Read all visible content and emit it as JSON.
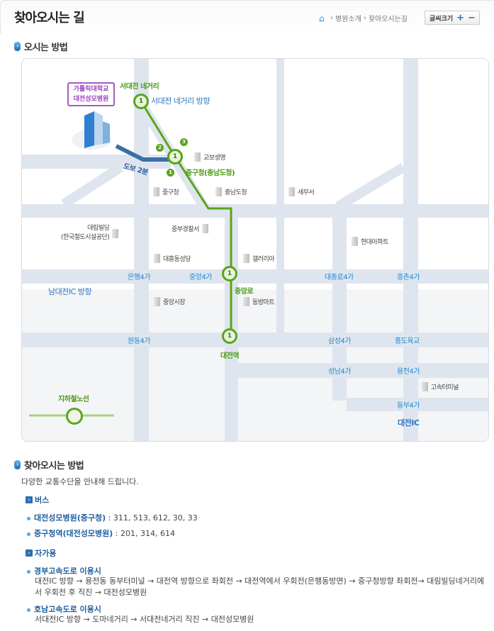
{
  "header": {
    "title": "찾아오시는 길",
    "breadcrumb": [
      "병원소개",
      "찾아오시는길"
    ],
    "font_size_label": "글씨크기",
    "plus": "+",
    "minus": "−"
  },
  "section1": {
    "title": "오시는 방법"
  },
  "map": {
    "hospital": [
      "가톨릭대학교",
      "대전성모병원"
    ],
    "walk": "도보 2분",
    "stations": {
      "seodaejeon": "서대전 네거리",
      "junggu": "중구청(충남도청)",
      "jungangro": "중앙로",
      "daejeon": "대전역"
    },
    "circle_num": "1",
    "exit_nums": [
      "2",
      "3",
      "1"
    ],
    "directions": {
      "seodaejeon_dir": "서대전 네거리 방향",
      "namdaejeon_dir": "남대전IC 방향",
      "daejeon_ic": "대전IC"
    },
    "intersections": [
      "은행4가",
      "중앙4가",
      "대종로4가",
      "중촌4가",
      "원동4가",
      "삼성4가",
      "홍도육교",
      "성남4가",
      "용전4가",
      "동부4가"
    ],
    "buildings": [
      "교보생명",
      "중구청",
      "충남도청",
      "세무서",
      "대림빌딩",
      "(한국철도시설공단)",
      "중부경찰서",
      "현대아파트",
      "대흥동성당",
      "갤러리아",
      "중앙시장",
      "동방마트",
      "고속터미널"
    ],
    "legend": "지하철노선"
  },
  "section2": {
    "title": "찾아오시는 방법",
    "intro": "다양한 교통수단을 안내해 드립니다.",
    "bus": {
      "title": "버스",
      "items": [
        {
          "stop": "대전성모병원(중구청)",
          "routes": " : 311, 513, 612, 30, 33"
        },
        {
          "stop": "중구청역(대전성모병원)",
          "routes": " : 201, 314, 614"
        }
      ]
    },
    "car": {
      "title": "자가용",
      "items": [
        {
          "title": "경부고속도로 이용시",
          "desc": "대전IC 방향 → 용전동 동부터미널 → 대전역 방향으로 좌회전 → 대전역에서 우회전(은행동방면) → 중구청방향 좌회전→ 대림빌딩네거리에서 우회전 후 직진 → 대전성모병원"
        },
        {
          "title": "호남고속도로 이용시",
          "desc": "서대전IC 방향 → 도마네거리 → 서대전네거리 직진 → 대전성모병원"
        }
      ]
    }
  },
  "colors": {
    "subway": "#5aa51a",
    "walk": "#3a6fa8",
    "road": "#dfe5ee"
  }
}
